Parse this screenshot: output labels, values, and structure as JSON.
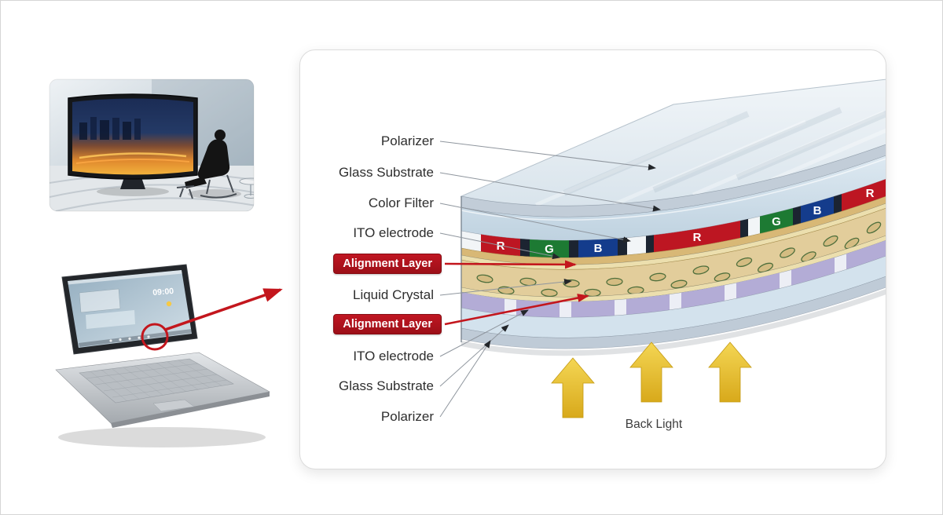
{
  "panel_labels": {
    "layers": [
      {
        "text": "Polarizer",
        "style": "plain"
      },
      {
        "text": "Glass Substrate",
        "style": "plain"
      },
      {
        "text": "Color Filter",
        "style": "plain"
      },
      {
        "text": "ITO electrode",
        "style": "plain"
      },
      {
        "text": "Alignment Layer",
        "style": "badge"
      },
      {
        "text": "Liquid Crystal",
        "style": "plain"
      },
      {
        "text": "Alignment Layer",
        "style": "badge"
      },
      {
        "text": "ITO electrode",
        "style": "plain"
      },
      {
        "text": "Glass Substrate",
        "style": "plain"
      },
      {
        "text": "Polarizer",
        "style": "plain"
      }
    ],
    "back_light": "Back Light"
  },
  "color_filter_letters": [
    "R",
    "G",
    "B",
    "R",
    "G",
    "B",
    "R"
  ],
  "laptop": {
    "clock": "09:00"
  },
  "colors": {
    "accent_red": "#c3161d",
    "badge_red": "#b01219",
    "cf_red": "#bd1622",
    "cf_green": "#1d7a33",
    "cf_blue": "#143c8c",
    "backlight_yellow": "#e9c52e"
  }
}
